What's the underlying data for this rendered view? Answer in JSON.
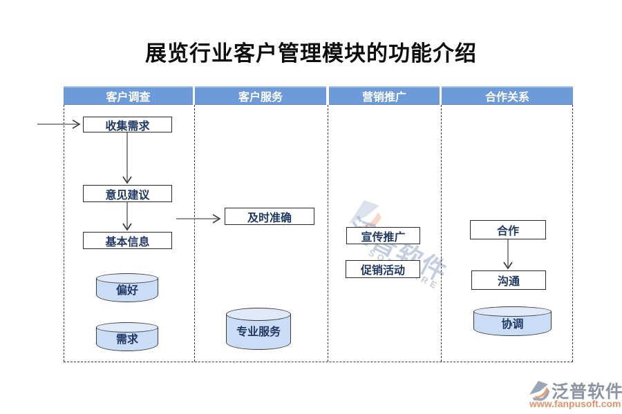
{
  "title": "展览行业客户管理模块的功能介绍",
  "columns": [
    {
      "header": "客户调查",
      "boxes": [
        "收集需求",
        "意见建议",
        "基本信息"
      ],
      "cylinders": [
        "偏好",
        "需求"
      ]
    },
    {
      "header": "客户服务",
      "boxes": [
        "及时准确"
      ],
      "cylinders": [
        "专业服务"
      ]
    },
    {
      "header": "营销推广",
      "boxes": [
        "宣传推广",
        "促销活动"
      ],
      "cylinders": []
    },
    {
      "header": "合作关系",
      "boxes": [
        "合作",
        "沟通"
      ],
      "cylinders": [
        "协调"
      ]
    }
  ],
  "watermark": {
    "brand": "泛普软件",
    "caption": "SOFTWARE"
  },
  "footer": {
    "brand": "泛普软件",
    "url": "www.fanpusoft.com"
  },
  "colors": {
    "header_bg": "#6D9BD9",
    "node_text": "#1F3864",
    "cylinder_fill": "#CBDCF6",
    "footer_brand": "#8C94A2",
    "footer_url": "#E2926B"
  }
}
